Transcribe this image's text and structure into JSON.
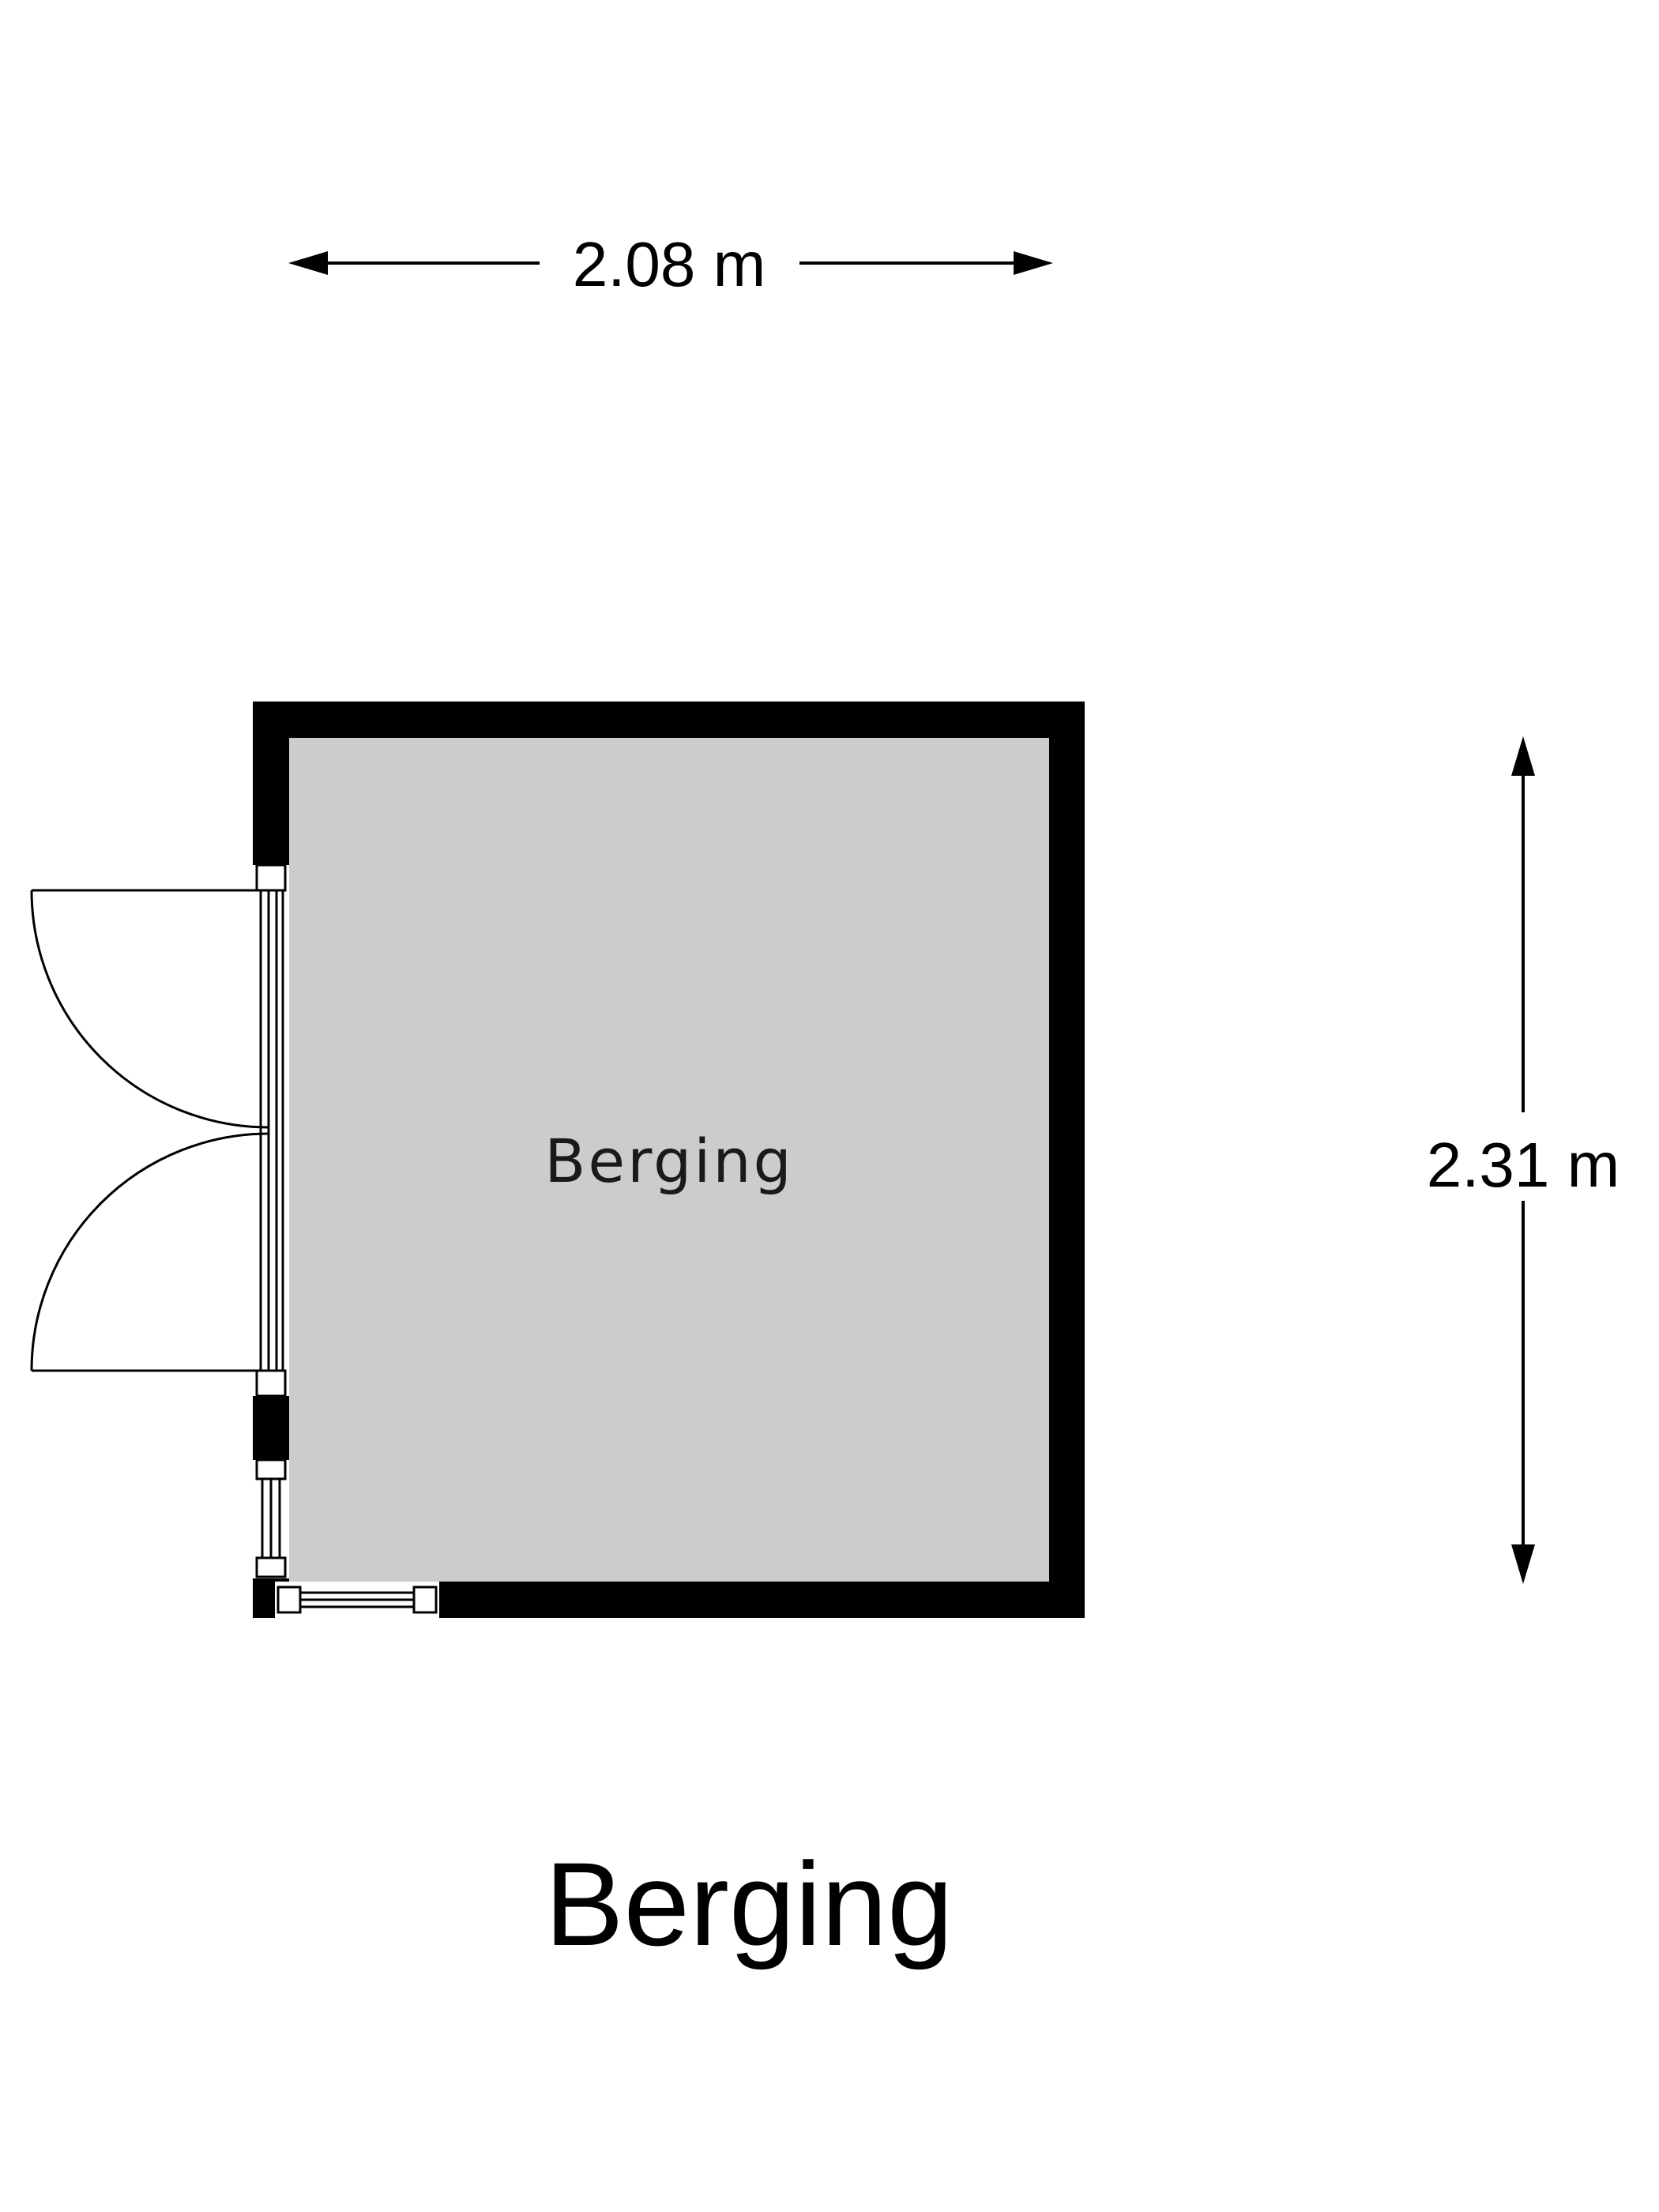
{
  "floor_plan": {
    "room_label": "Berging",
    "plan_title": "Berging",
    "dimensions": {
      "width": "2.08 m",
      "depth": "2.31 m"
    },
    "colors": {
      "wall": "#000000",
      "floor": "#cccccc",
      "background": "#ffffff",
      "line": "#000000"
    }
  }
}
